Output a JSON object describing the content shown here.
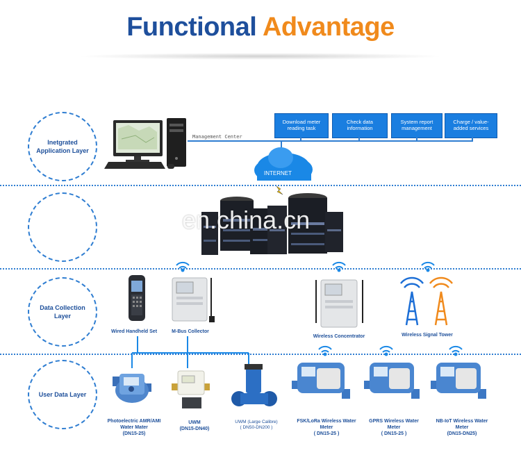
{
  "title": {
    "word1": "Functional",
    "word2": "Advantage"
  },
  "layers": {
    "application": "Inetgrated Application Layer",
    "data_collection": "Data Collection Layer",
    "user_data": "User Data Layer"
  },
  "management_center": "Management Center",
  "internet": "INTERNET",
  "services": [
    "Download meter reading task",
    "Check data information",
    "System report management",
    "Charge / value-added services"
  ],
  "watermark": "en.china.cn",
  "devices": {
    "handheld": "Wired Handheld Set",
    "mbus": "M-Bus Collector",
    "concentrator": "Wireless Concentrator",
    "tower": "Wireless Signal Tower"
  },
  "meters": [
    {
      "name": "Photoelectric  AMR/AMI Water Mater",
      "spec": "(DN15-25)"
    },
    {
      "name": "UWM",
      "spec": "(DN15-DN40)"
    },
    {
      "name": "UWM (Large Calibre)",
      "spec": "( DN50-DN200 )"
    },
    {
      "name": "FSK/LoRa Wireless Water Meter",
      "spec": "( DN15-25 )"
    },
    {
      "name": "GPRS Wireless Water Meter",
      "spec": "( DN15-25 )"
    },
    {
      "name": "NB-IoT Wireless Water Meter",
      "spec": "(DN15-DN25)"
    }
  ],
  "colors": {
    "title_blue": "#1e4f9c",
    "title_orange": "#f08a1c",
    "line_blue": "#2e7dd1",
    "box_blue": "#1a7ee0",
    "tower_blue": "#1d6fd6",
    "tower_orange": "#f08a1c"
  }
}
